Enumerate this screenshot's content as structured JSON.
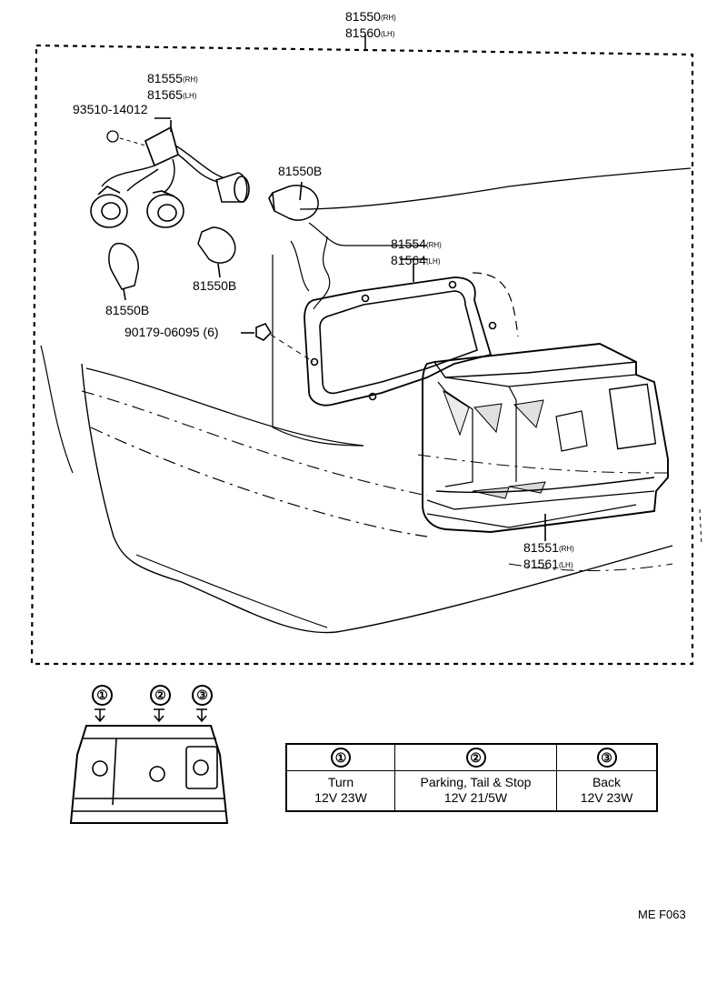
{
  "title": {
    "part_rh": "81550",
    "part_lh": "81560",
    "rh": "(RH)",
    "lh": "(LH)"
  },
  "callouts": {
    "socket_rh": "81555",
    "socket_lh": "81565",
    "clip": "93510-14012",
    "bulb_top": "81550B",
    "bulb_mid": "81550B",
    "bulb_left": "81550B",
    "gasket_rh": "81554",
    "gasket_lh": "81564",
    "nut": "90179-06095 (6)",
    "lens_rh": "81551",
    "lens_lh": "81561",
    "rh": "(RH)",
    "lh": "(LH)"
  },
  "lamp_markers": [
    "①",
    "②",
    "③"
  ],
  "bulb_table": {
    "columns": [
      {
        "marker": "①",
        "name": "Turn",
        "spec": "12V 23W"
      },
      {
        "marker": "②",
        "name": "Parking, Tail & Stop",
        "spec": "12V 21/5W"
      },
      {
        "marker": "③",
        "name": "Back",
        "spec": "12V 23W"
      }
    ]
  },
  "figure_code": "ME F063"
}
